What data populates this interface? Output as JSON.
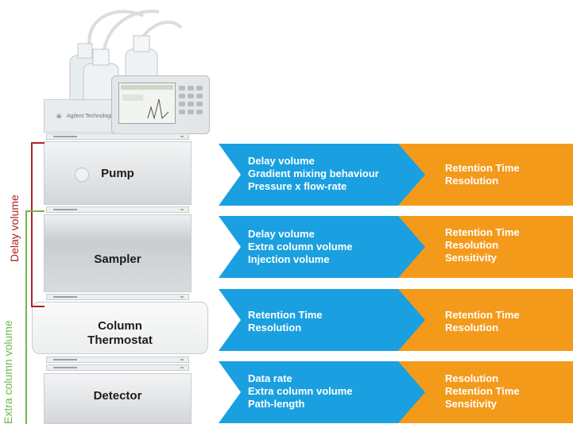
{
  "side_labels": {
    "delay_volume": "Delay volume",
    "extra_column_volume": "Extra column volume"
  },
  "instrument": {
    "brand": "Agilent Technologies",
    "modules": [
      {
        "label": "Pump"
      },
      {
        "label": "Sampler"
      },
      {
        "label_line1": "Column",
        "label_line2": "Thermostat"
      },
      {
        "label": "Detector"
      }
    ]
  },
  "rows": [
    {
      "factors": [
        "Delay volume",
        "Gradient mixing behaviour",
        "Pressure x flow-rate"
      ],
      "effects": [
        "Retention Time",
        "Resolution"
      ]
    },
    {
      "factors": [
        "Delay volume",
        "Extra column volume",
        "Injection volume"
      ],
      "effects": [
        "Retention Time",
        "Resolution",
        "Sensitivity"
      ]
    },
    {
      "factors": [
        "Retention Time",
        "Resolution"
      ],
      "effects": [
        "Retention Time",
        "Resolution"
      ]
    },
    {
      "factors": [
        "Data rate",
        "Extra column volume",
        "Path-length"
      ],
      "effects": [
        "Resolution",
        "Retention Time",
        "Sensitivity"
      ]
    }
  ],
  "colors": {
    "factor_arrow": "#1aa0e0",
    "effect_arrow": "#f49a1a",
    "delay_volume": "#b0221e",
    "extra_column_volume": "#6fb84a"
  }
}
